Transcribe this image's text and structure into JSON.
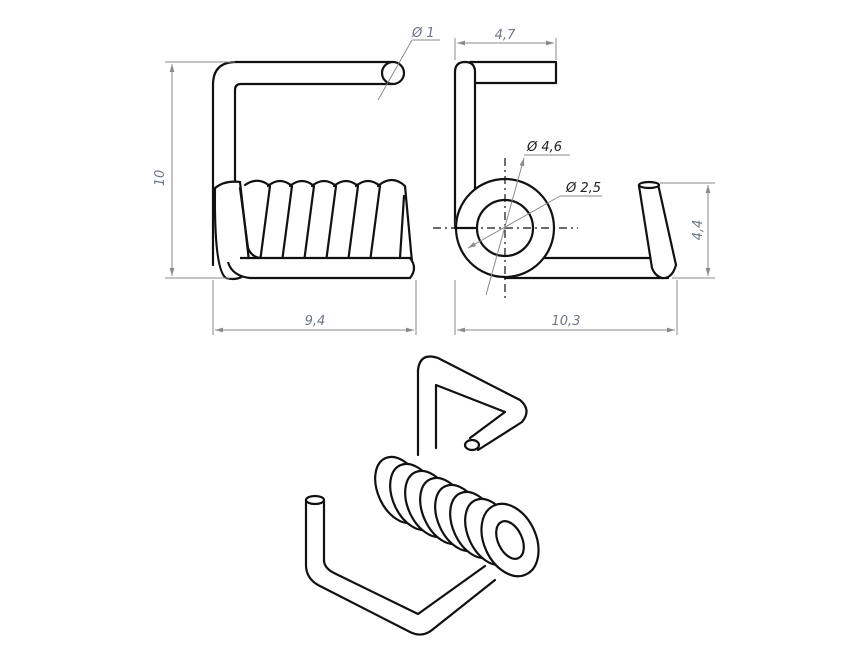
{
  "front_view": {
    "wire_diameter": "Ø 1",
    "height": "10",
    "width": "9,4"
  },
  "side_view": {
    "arm_length": "4,7",
    "outer_diameter": "Ø 4,6",
    "inner_diameter": "Ø 2,5",
    "leg_height": "4,4",
    "total_length": "10,3"
  },
  "colors": {
    "line": "#111111",
    "dimension": "#8a8a8a"
  }
}
